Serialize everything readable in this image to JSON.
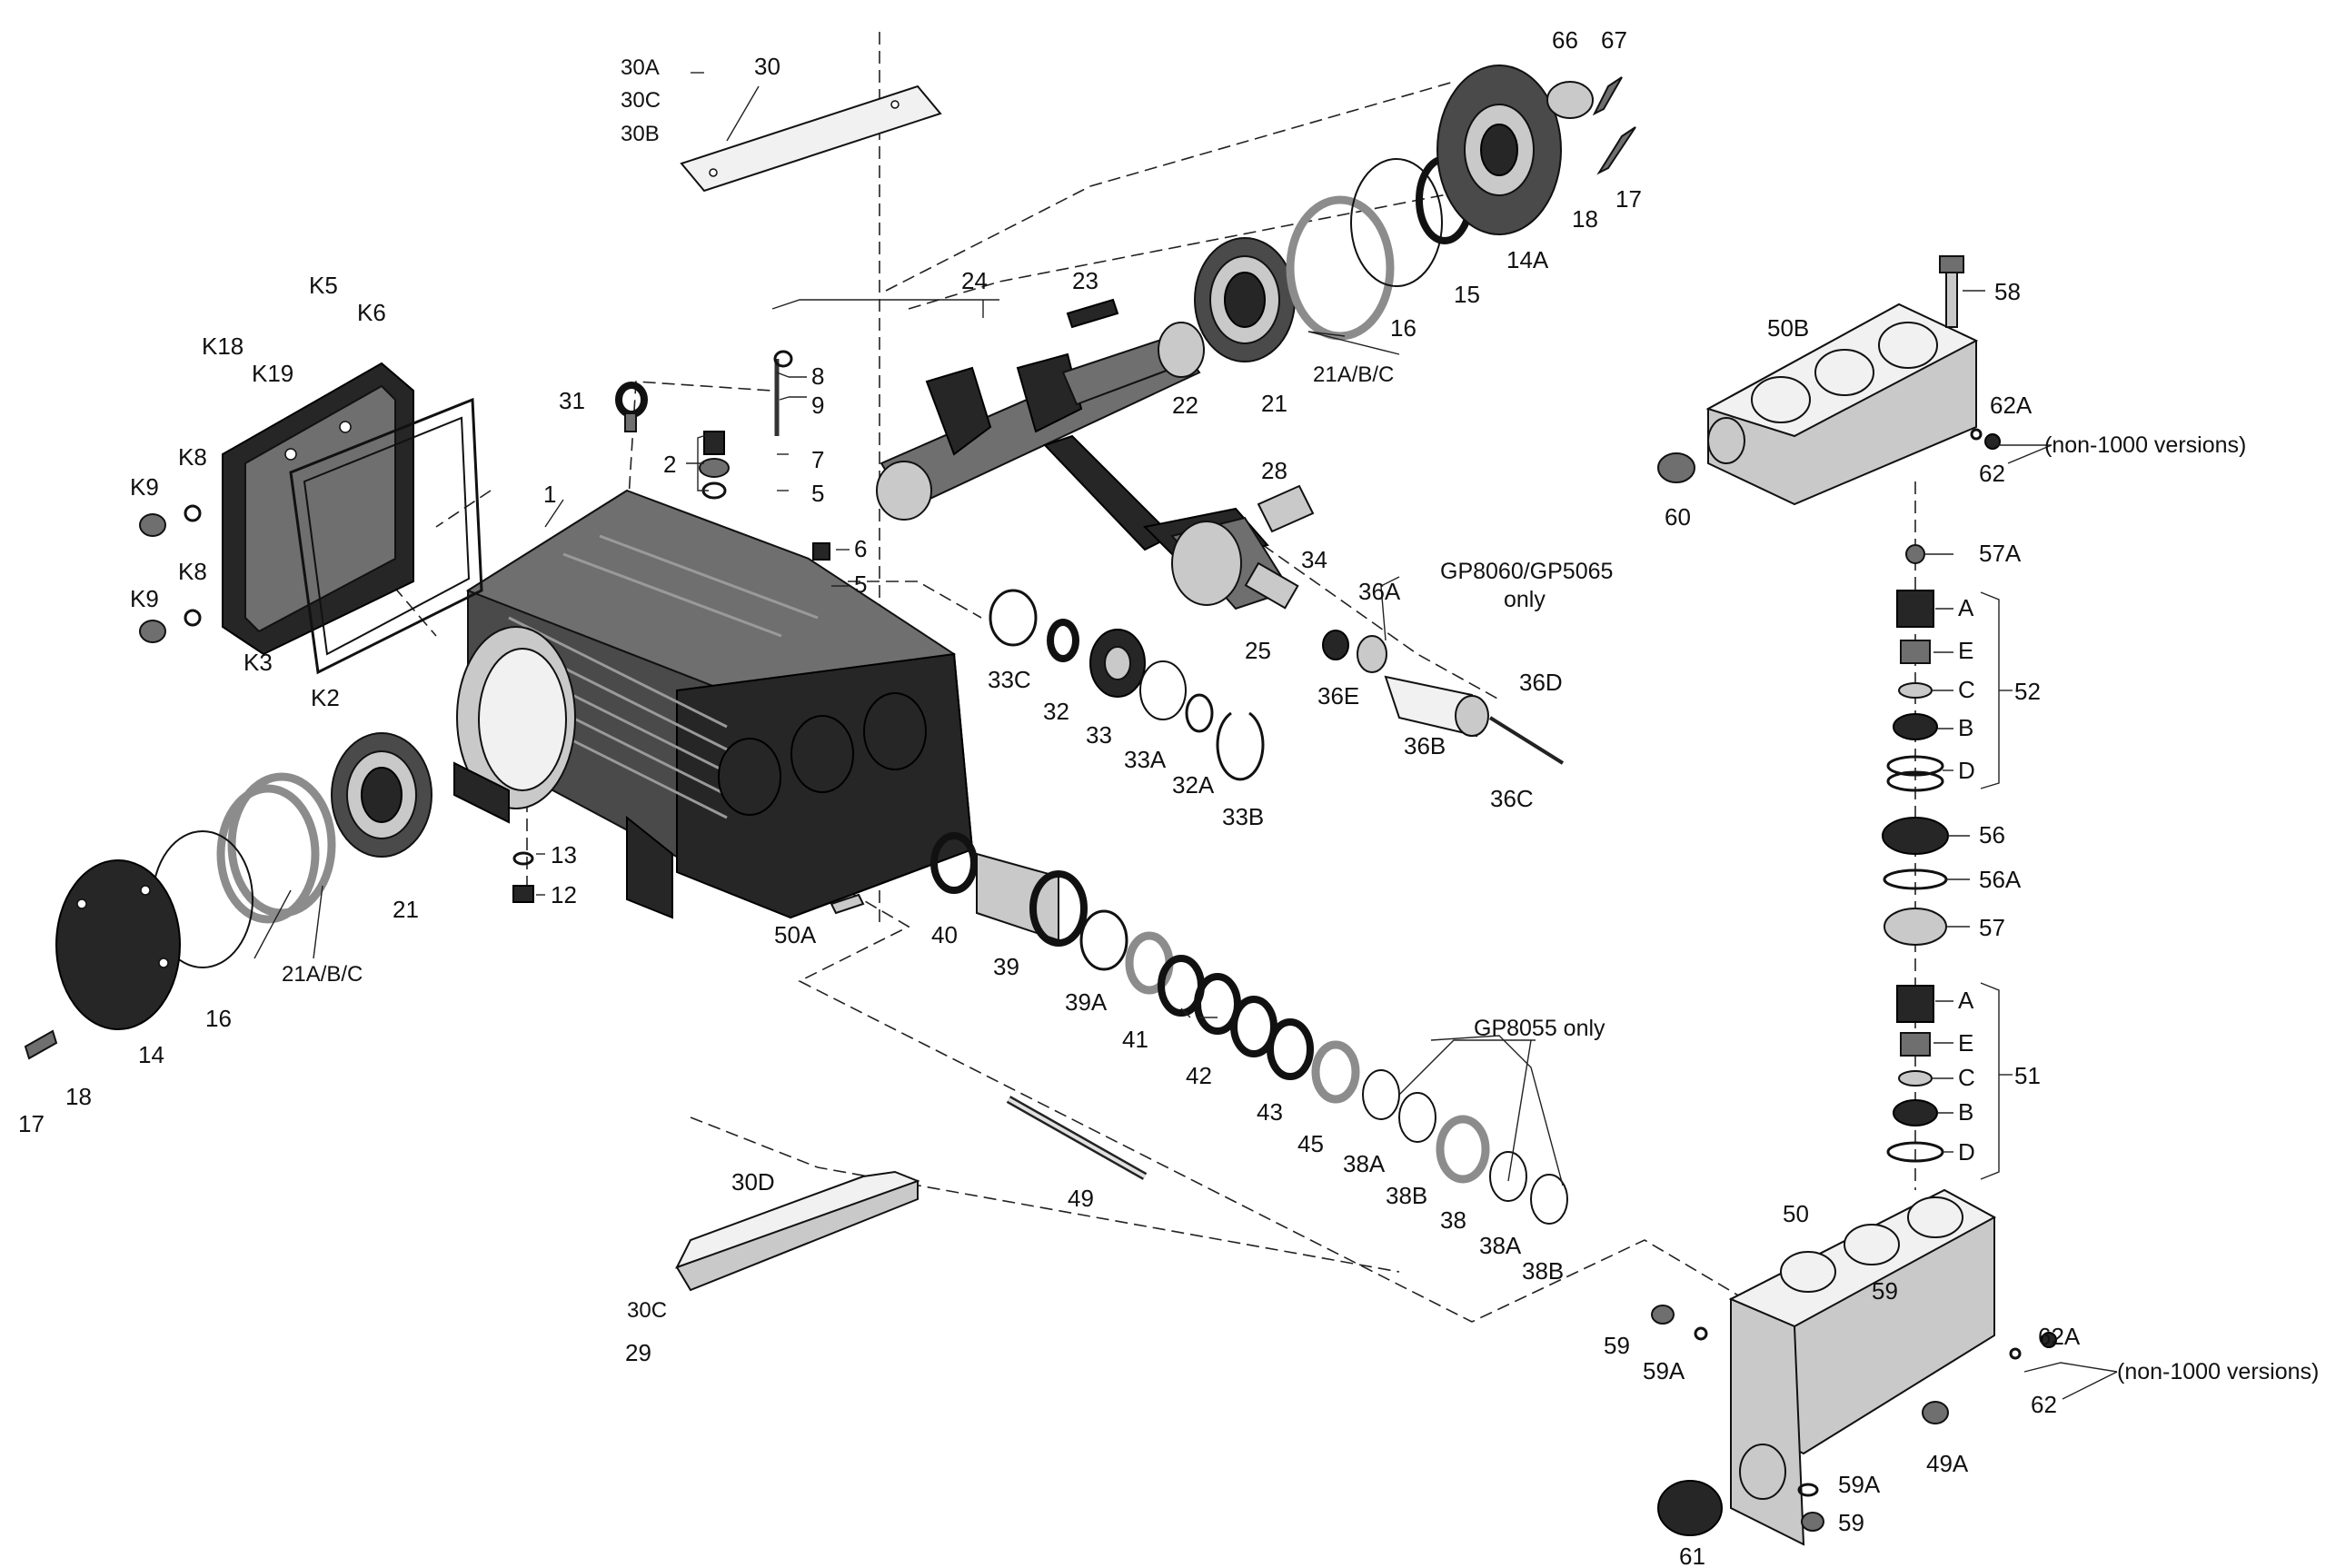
{
  "diagram": {
    "callouts": {
      "p1": "1",
      "p2": "2",
      "p5a": "5",
      "p5b": "5",
      "p6": "6",
      "p7": "7",
      "p8": "8",
      "p9": "9",
      "p12": "12",
      "p13": "13",
      "p14": "14",
      "p14a": "14A",
      "p15": "15",
      "p16a": "16",
      "p16b": "16",
      "p17a": "17",
      "p17b": "17",
      "p18a": "18",
      "p18b": "18",
      "p21a": "21",
      "p21b": "21",
      "p21abc_a": "21A/B/C",
      "p21abc_b": "21A/B/C",
      "p22": "22",
      "p23": "23",
      "p24": "24",
      "p25": "25",
      "p28": "28",
      "p29": "29",
      "p30": "30",
      "p30a": "30A",
      "p30b": "30B",
      "p30c_a": "30C",
      "p30c_b": "30C",
      "p30d": "30D",
      "p31": "31",
      "p32": "32",
      "p32a": "32A",
      "p33": "33",
      "p33a": "33A",
      "p33b": "33B",
      "p33c": "33C",
      "p34": "34",
      "p36a": "36A",
      "p36b": "36B",
      "p36c": "36C",
      "p36d": "36D",
      "p36e": "36E",
      "p38a": "38",
      "p38a_a": "38A",
      "p38a_b": "38A",
      "p38b_a": "38B",
      "p38b_b": "38B",
      "p39": "39",
      "p39a": "39A",
      "p40": "40",
      "p41": "41",
      "p42": "42",
      "p43": "43",
      "p45": "45",
      "p49": "49",
      "p49a": "49A",
      "p50": "50",
      "p50a": "50A",
      "p50b": "50B",
      "p51": "51",
      "p52": "52",
      "p56": "56",
      "p56a": "56A",
      "p57": "57",
      "p57a": "57A",
      "p58": "58",
      "p59a": "59",
      "p59b": "59",
      "p59c": "59",
      "p59a_a": "59A",
      "p59a_b": "59A",
      "p60": "60",
      "p61": "61",
      "p62a": "62",
      "p62b": "62",
      "p62a_a": "62A",
      "p62a_b": "62A",
      "p66": "66",
      "p67": "67",
      "k2": "K2",
      "k3": "K3",
      "k5": "K5",
      "k6": "K6",
      "k8a": "K8",
      "k8b": "K8",
      "k9a": "K9",
      "k9b": "K9",
      "k18": "K18",
      "k19": "K19",
      "a52": "A",
      "e52": "E",
      "c52": "C",
      "b52": "B",
      "d52": "D",
      "a51": "A",
      "e51": "E",
      "c51": "C",
      "b51": "B",
      "d51": "D"
    },
    "notes": {
      "gp8060": "GP8060/GP5065",
      "only1": "only",
      "gp8055": "GP8055 only",
      "non1000_top": "(non-1000 versions)",
      "non1000_bottom": "(non-1000 versions)"
    }
  }
}
